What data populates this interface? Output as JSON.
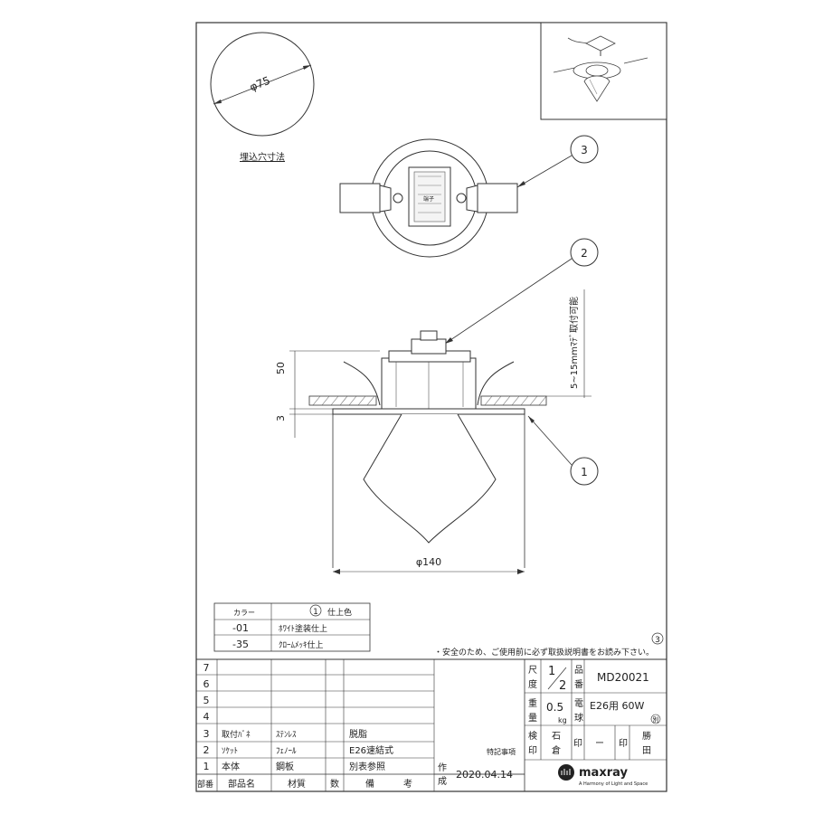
{
  "drawing": {
    "cutout_label": "埋込穴寸法",
    "cutout_diameter": "φ75",
    "dim_height": "50",
    "dim_offset": "3",
    "dim_ceiling": "5~15mmﾏﾃﾞ取付可能",
    "dim_width": "φ140",
    "callouts": [
      "3",
      "2",
      "1"
    ],
    "note": "・安全のため、ご使用前に必ず取扱説明書をお読み下さい。",
    "note_ref": "3",
    "terminal_label": "端子"
  },
  "color_table": {
    "header_left": "カラー",
    "header_mark": "1",
    "header_right": "仕上色",
    "rows": [
      {
        "code": "-01",
        "finish": "ﾎﾜｲﾄ塗装仕上"
      },
      {
        "code": "-35",
        "finish": "ｸﾛｰﾑﾒｯｷ仕上"
      }
    ]
  },
  "parts_table": {
    "rows": [
      {
        "no": "7",
        "name": "",
        "material": "",
        "qty": "",
        "remarks": ""
      },
      {
        "no": "6",
        "name": "",
        "material": "",
        "qty": "",
        "remarks": ""
      },
      {
        "no": "5",
        "name": "",
        "material": "",
        "qty": "",
        "remarks": ""
      },
      {
        "no": "4",
        "name": "",
        "material": "",
        "qty": "",
        "remarks": ""
      },
      {
        "no": "3",
        "name": "取付ﾊﾞﾈ",
        "material": "ｽﾃﾝﾚｽ",
        "qty": "",
        "remarks": "脱脂"
      },
      {
        "no": "2",
        "name": "ｿｹｯﾄ",
        "material": "ﾌｪﾉｰﾙ",
        "qty": "",
        "remarks": "E26速結式"
      },
      {
        "no": "1",
        "name": "本体",
        "material": "鋼板",
        "qty": "",
        "remarks": "別表参照"
      }
    ],
    "header": {
      "no": "部番",
      "name": "部品名",
      "material": "材質",
      "qty": "数",
      "remarks1": "備",
      "remarks2": "考"
    }
  },
  "title_block": {
    "special_notes": "特記事項",
    "scale_label1": "尺",
    "scale_label2": "度",
    "scale_num": "1",
    "scale_den": "2",
    "part_label1": "品",
    "part_label2": "番",
    "part_number": "MD20021",
    "weight_label1": "重",
    "weight_label2": "量",
    "weight_value": "0.5",
    "weight_unit": "kg",
    "lamp_label1": "電",
    "lamp_label2": "球",
    "lamp_value": "E26用 60W",
    "lamp_mark": "別",
    "check_label1": "検",
    "check_label2": "印",
    "checker1": "石",
    "checker2": "倉",
    "seal1": "印",
    "dash": "ー",
    "seal2": "印",
    "approver1": "勝",
    "approver2": "田",
    "author_label1": "作",
    "author_label2": "成",
    "date": "2020.04.14",
    "brand": "maxray",
    "tagline": "A Harmony of Light and Space"
  }
}
